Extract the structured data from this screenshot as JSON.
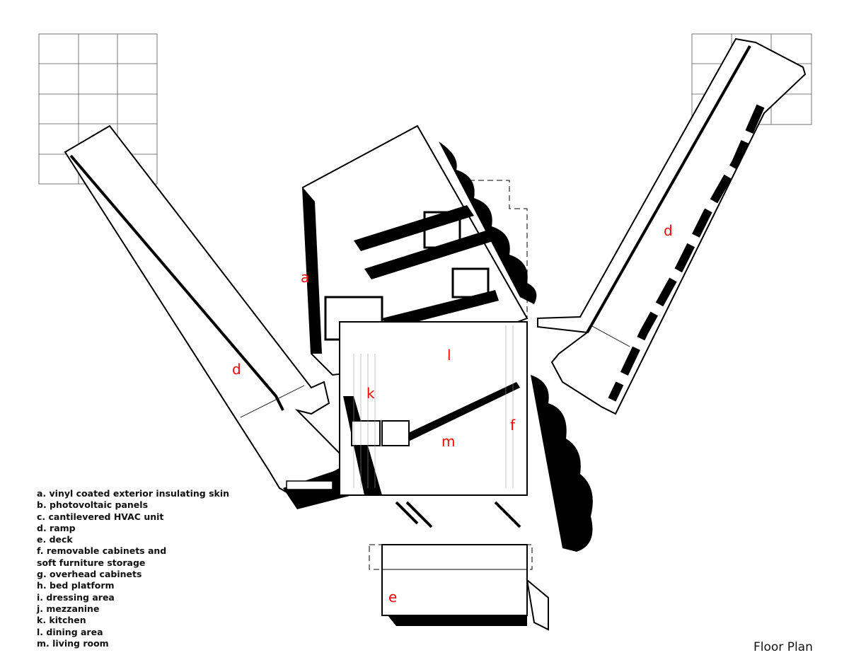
{
  "title": "Floor Plan",
  "room_labels": {
    "a": "a",
    "d_left": "d",
    "d_right": "d",
    "e": "e",
    "f": "f",
    "k": "k",
    "l": "l",
    "m": "m"
  },
  "legend": [
    "a. vinyl coated exterior insulating skin",
    "b. photovoltaic panels",
    "c. cantilevered HVAC unit",
    "d. ramp",
    "e. deck",
    "f. removable cabinets and",
    "soft furniture storage",
    "g. overhead cabinets",
    "h. bed platform",
    "i. dressing area",
    "j. mezzanine",
    "k. kitchen",
    "l. dining area",
    "m. living room"
  ],
  "colors": {
    "label": "#ff0000",
    "ink": "#000000"
  }
}
